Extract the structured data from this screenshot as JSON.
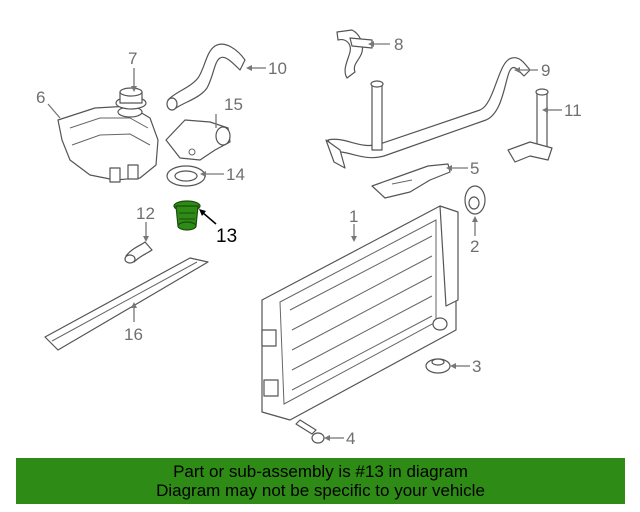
{
  "diagram": {
    "callouts": [
      {
        "id": "1",
        "label": "1"
      },
      {
        "id": "2",
        "label": "2"
      },
      {
        "id": "3",
        "label": "3"
      },
      {
        "id": "4",
        "label": "4"
      },
      {
        "id": "5",
        "label": "5"
      },
      {
        "id": "6",
        "label": "6"
      },
      {
        "id": "7",
        "label": "7"
      },
      {
        "id": "8",
        "label": "8"
      },
      {
        "id": "9",
        "label": "9"
      },
      {
        "id": "10",
        "label": "10"
      },
      {
        "id": "11",
        "label": "11"
      },
      {
        "id": "12",
        "label": "12"
      },
      {
        "id": "13",
        "label": "13",
        "highlighted": true
      },
      {
        "id": "14",
        "label": "14"
      },
      {
        "id": "15",
        "label": "15"
      },
      {
        "id": "16",
        "label": "16"
      }
    ],
    "highlight_color": "#2e8b16"
  },
  "banner": {
    "line1": "Part or sub-assembly is #13 in diagram",
    "line2": "Diagram may not be specific to your vehicle",
    "background_color": "#2e8b16"
  }
}
